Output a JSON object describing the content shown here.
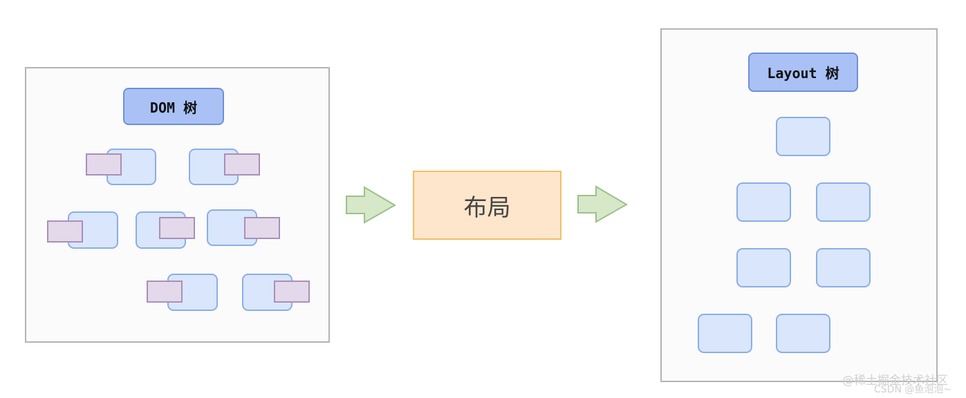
{
  "dom_tree": {
    "root_label": "DOM 树"
  },
  "layout_step": {
    "label": "布局"
  },
  "layout_tree": {
    "root_label": "Layout 树"
  },
  "watermark": {
    "primary": "@稀土掘金技术社区",
    "secondary": "CSDN @鱼泡泡~"
  },
  "colors": {
    "node_fill": "#d9e6fb",
    "node_border": "#8aaee6",
    "root_fill": "#a9c1f5",
    "tag_fill": "#e3d9ea",
    "layout_fill": "#fde6cb",
    "layout_border": "#f1c064",
    "arrow_fill": "#d6e8c8",
    "arrow_border": "#9cc08a"
  }
}
